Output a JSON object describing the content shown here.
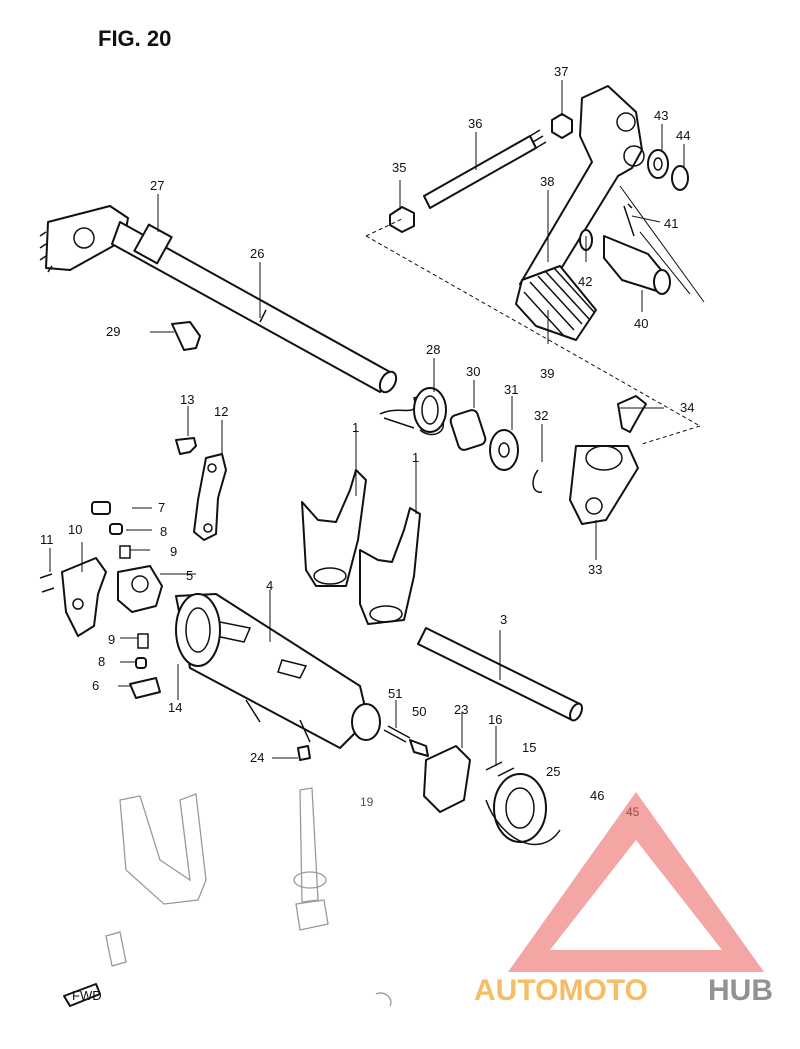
{
  "figure": {
    "title": "FIG. 20"
  },
  "callouts": {
    "c1a": "1",
    "c1b": "1",
    "c3": "3",
    "c4": "4",
    "c5": "5",
    "c6": "6",
    "c7": "7",
    "c8a": "8",
    "c8b": "8",
    "c9a": "9",
    "c9b": "9",
    "c10": "10",
    "c11": "11",
    "c12": "12",
    "c13": "13",
    "c14": "14",
    "c15": "15",
    "c16": "16",
    "c19": "19",
    "c23": "23",
    "c24": "24",
    "c25": "25",
    "c26": "26",
    "c27": "27",
    "c28": "28",
    "c29": "29",
    "c30": "30",
    "c31": "31",
    "c32": "32",
    "c33": "33",
    "c34": "34",
    "c35": "35",
    "c36": "36",
    "c37": "37",
    "c38": "38",
    "c39": "39",
    "c40": "40",
    "c41": "41",
    "c42": "42",
    "c43": "43",
    "c44": "44",
    "c45": "45",
    "c46": "46",
    "c50": "50",
    "c51": "51"
  },
  "fwd_arrow": {
    "label": "FWD"
  },
  "watermark": {
    "brand_a": "AUTOMOTO",
    "brand_b": "HUB",
    "color_a": "#f5b24a",
    "color_b": "#808080",
    "logo_color": "#e8403c"
  }
}
